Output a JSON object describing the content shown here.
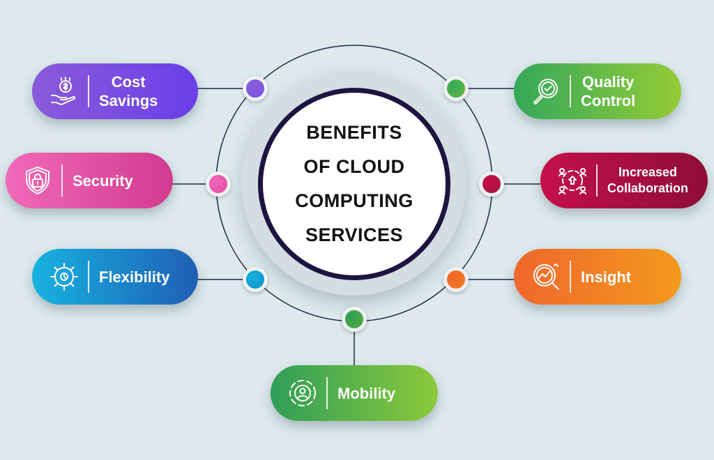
{
  "center": {
    "lines": [
      "BENEFITS",
      "OF CLOUD",
      "COMPUTING",
      "SERVICES"
    ]
  },
  "benefits": [
    {
      "id": "cost-savings",
      "lines": [
        "Cost",
        "Savings"
      ],
      "icon": "dollar-hand-icon",
      "colors": [
        "#8a5bd9",
        "#6a3fe8"
      ],
      "dot": "#7a55e3"
    },
    {
      "id": "security",
      "lines": [
        "Security"
      ],
      "icon": "shield-lock-icon",
      "colors": [
        "#f06ab8",
        "#d23b8f"
      ],
      "dot": "#e6489f"
    },
    {
      "id": "flexibility",
      "lines": [
        "Flexibility"
      ],
      "icon": "gear-person-icon",
      "colors": [
        "#18b2e0",
        "#1f5fb3"
      ],
      "dot": "#0b8fc8"
    },
    {
      "id": "mobility",
      "lines": [
        "Mobility"
      ],
      "icon": "person-orbit-icon",
      "colors": [
        "#2f9e57",
        "#8bc93a"
      ],
      "dot": "#58ad3e"
    },
    {
      "id": "quality-control",
      "lines": [
        "Quality",
        "Control"
      ],
      "icon": "magnifier-check-icon",
      "colors": [
        "#34a85a",
        "#95cc37"
      ],
      "dot": "#6ab53f"
    },
    {
      "id": "increased-collaboration",
      "lines": [
        "Increased",
        "Collaboration"
      ],
      "icon": "people-network-icon",
      "colors": [
        "#c4104b",
        "#8e0d36"
      ],
      "dot": "#a4123e"
    },
    {
      "id": "insight",
      "lines": [
        "Insight"
      ],
      "icon": "chart-magnifier-icon",
      "colors": [
        "#f0672b",
        "#f39a1e"
      ],
      "dot": "#f17a22"
    }
  ]
}
